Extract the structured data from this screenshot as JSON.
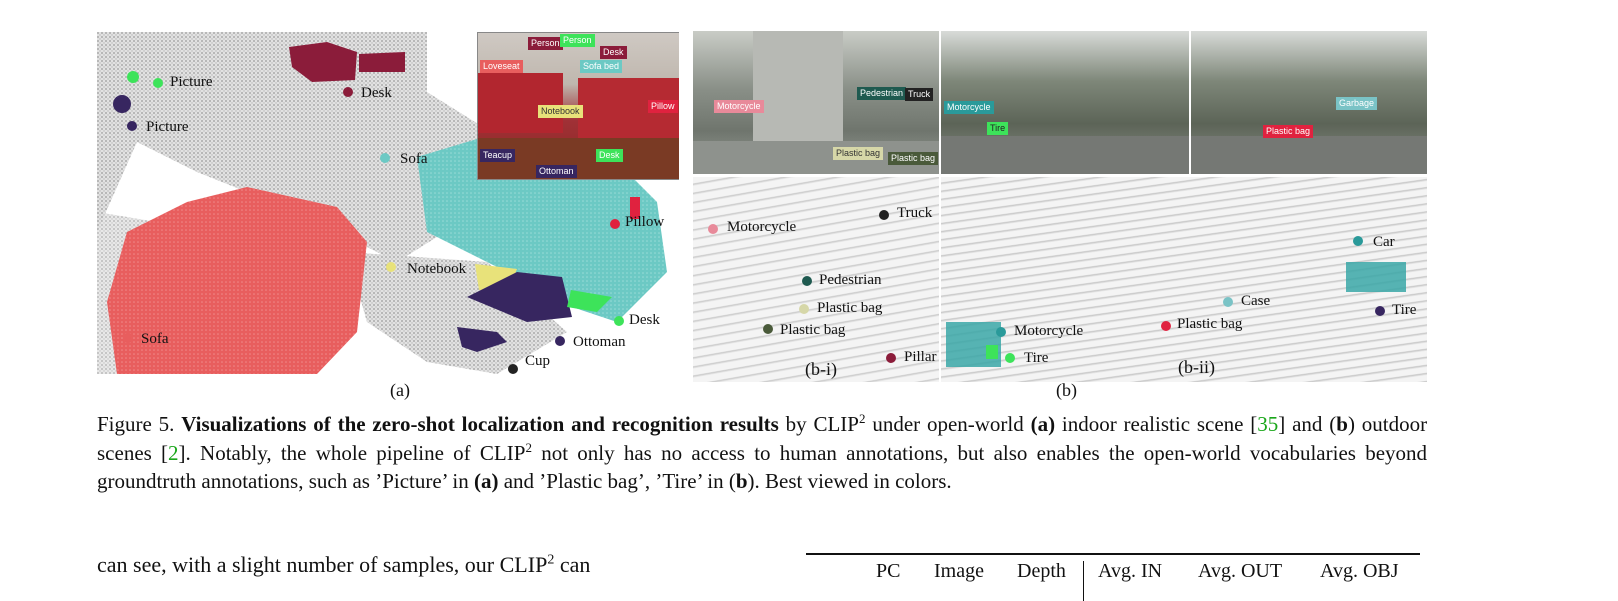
{
  "figure": {
    "panel_a": {
      "labels": {
        "picture_top": "Picture",
        "picture_bottom": "Picture",
        "desk_top": "Desk",
        "sofa_right": "Sofa",
        "pillow": "Pillow",
        "notebook": "Notebook",
        "desk_bottom": "Desk",
        "sofa_left": "Sofa",
        "ottoman": "Ottoman",
        "cup": "Cup"
      },
      "inset_tags": {
        "person_a": "Person",
        "person_b": "Person",
        "desk": "Desk",
        "loveseat": "Loveseat",
        "sofa_bed": "Sofa bed",
        "notebook": "Notebook",
        "pillow": "Pillow",
        "teacup": "Teacup",
        "desk_b": "Desk",
        "ottoman": "Ottoman"
      },
      "sublabel": "(a)"
    },
    "panel_b": {
      "photo_tags": {
        "motorcycle_i": "Motorcycle",
        "pedestrian": "Pedestrian",
        "truck": "Truck",
        "plastic_bag_i_a": "Plastic bag",
        "plastic_bag_i_b": "Plastic bag",
        "motorcycle_ii": "Motorcycle",
        "tire": "Tire",
        "garbage": "Garbage",
        "plastic_bag_ii": "Plastic bag"
      },
      "labels_i": {
        "motorcycle": "Motorcycle",
        "truck": "Truck",
        "pedestrian": "Pedestrian",
        "plastic_bag_a": "Plastic bag",
        "plastic_bag_b": "Plastic bag",
        "pillar": "Pillar"
      },
      "labels_ii": {
        "car": "Car",
        "case": "Case",
        "tire_right": "Tire",
        "plastic_bag": "Plastic bag",
        "motorcycle": "Motorcycle",
        "tire_left": "Tire"
      },
      "sublabel_i": "(b-i)",
      "sublabel_ii": "(b-ii)",
      "sublabel": "(b)"
    },
    "colors": {
      "sofa_red": "#e85e5e",
      "sofa_teal": "#6cc9c4",
      "desk_maroon": "#8b1c3a",
      "notebook_yellow": "#e8e27a",
      "ottoman_purple": "#372660",
      "desk_green": "#3de35a",
      "cite_green": "#19a619"
    }
  },
  "caption": {
    "prefix": "Figure 5.",
    "bold_title": "Visualizations of the zero-shot localization and recognition results",
    "text_1": "by CLIP",
    "sup": "2",
    "text_2": "under open-world",
    "a": "(a)",
    "text_3": "indoor realistic scene [",
    "ref_1": "35",
    "text_4": "]",
    "text_5": "and (",
    "b": "b",
    "text_6": ") outdoor scenes [",
    "ref_2": "2",
    "text_7": "].  Notably, the whole pipeline of CLIP",
    "sup_2": "2",
    "text_8": "not only has no access to human annotations, but also enables the",
    "text_9": "open-world vocabularies beyond groundtruth annotations, such as ’Picture’ in",
    "a_2": "(a)",
    "text_10": "and ’Plastic bag’, ’Tire’ in (",
    "b_2": "b",
    "text_11": "). Best viewed in colors."
  },
  "body": {
    "text": "can see, with a slight number of samples, our CLIP",
    "sup": "2",
    "text_end": "can"
  },
  "table": {
    "headers": [
      "PC",
      "Image",
      "Depth",
      "Avg. IN",
      "Avg. OUT",
      "Avg. OBJ"
    ]
  }
}
